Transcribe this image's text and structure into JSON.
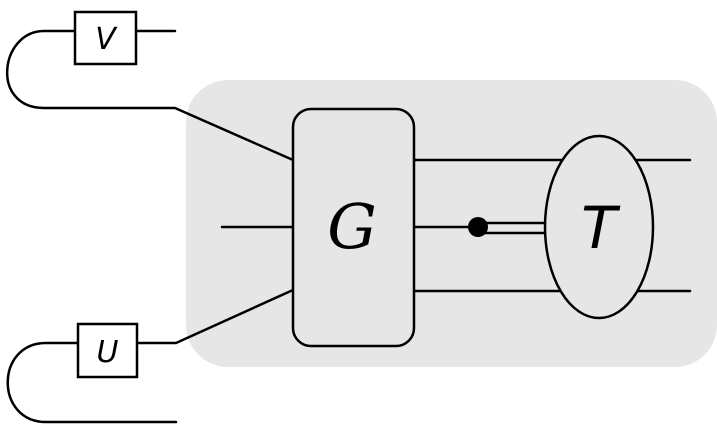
{
  "labels": {
    "v_box": "V",
    "u_box": "U",
    "g_box": "G",
    "t_node": "T"
  },
  "colors": {
    "region_fill": "#e6e6e6",
    "stroke": "#000000",
    "background": "#ffffff"
  }
}
